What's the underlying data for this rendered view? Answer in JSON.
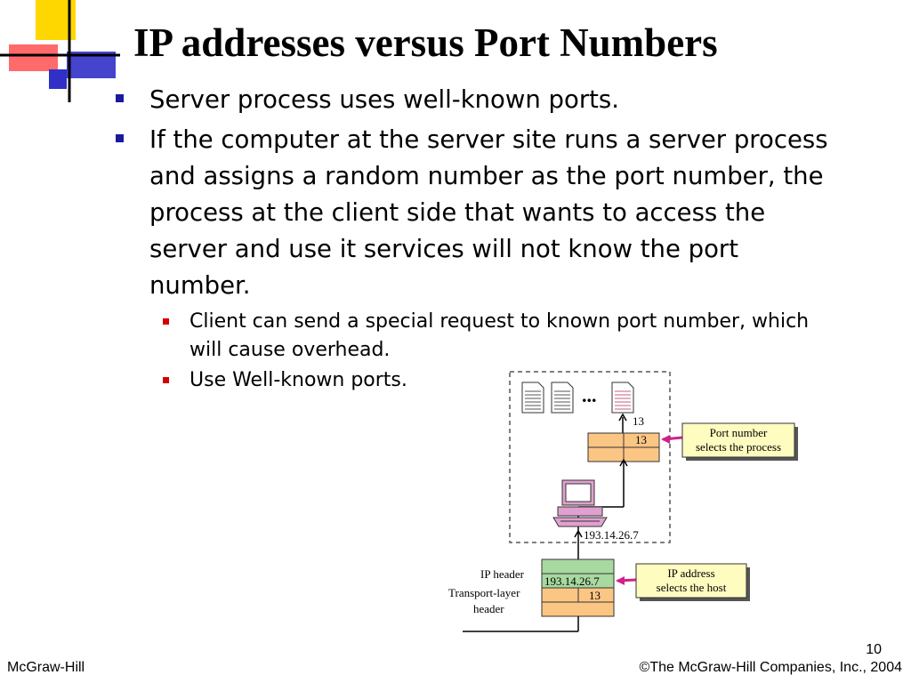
{
  "title": "IP addresses versus Port Numbers",
  "bullets": [
    {
      "text": "Server process uses well-known ports."
    },
    {
      "text": "If the computer at the server site runs a server process and assigns a random number as the port number, the process at the client side that wants to access the server and use it services will not know the port number."
    }
  ],
  "sub_bullets": [
    {
      "text": "Client can send a special request to known port number, which will cause overhead."
    },
    {
      "text": "Use Well-known ports."
    }
  ],
  "figure": {
    "ellipsis": "...",
    "port_label": "13",
    "port_value": "13",
    "port_callout_line1": "Port number",
    "port_callout_line2": "selects the process",
    "host_ip": "193.14.26.7",
    "ip_header_label": "IP header",
    "transport_label_line1": "Transport-layer",
    "transport_label_line2": "header",
    "packet_ip": "193.14.26.7",
    "packet_port": "13",
    "ip_callout_line1": "IP address",
    "ip_callout_line2": "selects the host",
    "colors": {
      "orange": "#fbc584",
      "green": "#a8d9a0",
      "callout_fill": "#fffcc0",
      "arrow_magenta": "#d0208c",
      "computer_pink": "#e0a0d0"
    }
  },
  "footer": {
    "left": "McGraw-Hill",
    "right": "©The McGraw-Hill Companies, Inc., 2004",
    "page_number": "10"
  }
}
